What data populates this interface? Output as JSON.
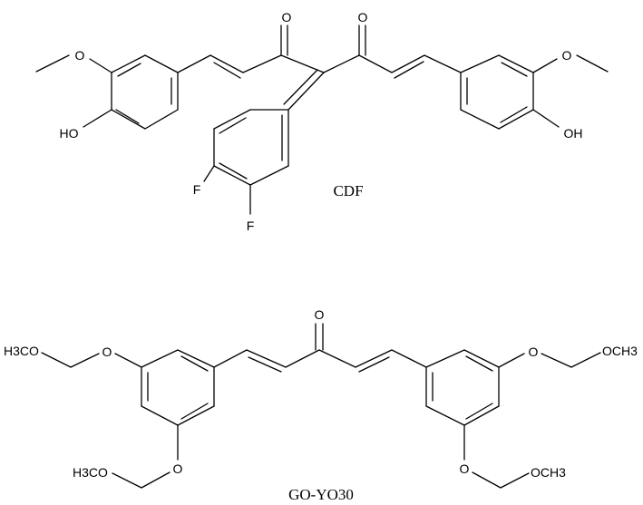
{
  "molecules": [
    {
      "name": "CDF",
      "labels": {
        "o_left": "O",
        "o_right": "O",
        "ome_left": "O",
        "oh_left": "HO",
        "ome_right": "O",
        "oh_right": "OH",
        "f_top": "F",
        "f_bottom": "F"
      }
    },
    {
      "name": "GO-YO30",
      "labels": {
        "o_keto": "O",
        "l_top_o": "O",
        "l_top_ch3o": "H3CO",
        "l_bot_o": "O",
        "l_bot_ch3o": "H3CO",
        "r_top_o": "O",
        "r_top_och3": "OCH3",
        "r_bot_o": "O",
        "r_bot_och3": "OCH3"
      }
    }
  ]
}
